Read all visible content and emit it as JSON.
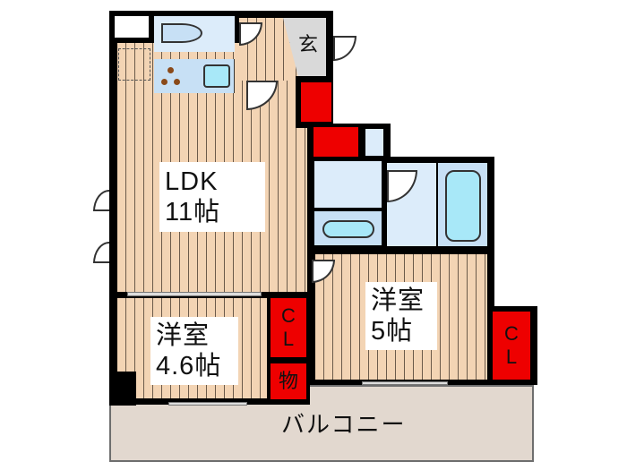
{
  "floorplan": {
    "rooms": [
      {
        "id": "ldk",
        "name": "LDK",
        "size": "11帖"
      },
      {
        "id": "western-room-1",
        "name": "洋室",
        "size": "4.6帖"
      },
      {
        "id": "western-room-2",
        "name": "洋室",
        "size": "5帖"
      }
    ],
    "entrance": {
      "label": "玄"
    },
    "closets": [
      {
        "id": "cl-1",
        "line1": "C",
        "line2": "L"
      },
      {
        "id": "cl-2",
        "line1": "C",
        "line2": "L"
      }
    ],
    "storage": {
      "label": "物"
    },
    "balcony": {
      "label": "バルコニー"
    },
    "colors": {
      "wall": "#000000",
      "floor": "#f3d4b4",
      "storage_red": "#ee0000",
      "wet_area": "#dcecfa",
      "balcony": "#e2d8cf",
      "entrance": "#d9d9d9"
    }
  }
}
